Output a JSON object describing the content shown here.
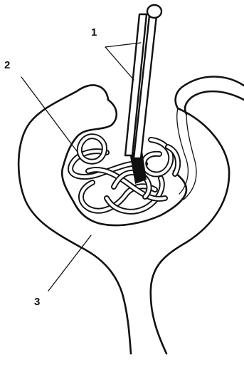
{
  "labels": {
    "label_1": "1",
    "label_2": "2",
    "label_3": "3"
  },
  "colors": {
    "ink": "#111111",
    "background": "#ffffff"
  }
}
